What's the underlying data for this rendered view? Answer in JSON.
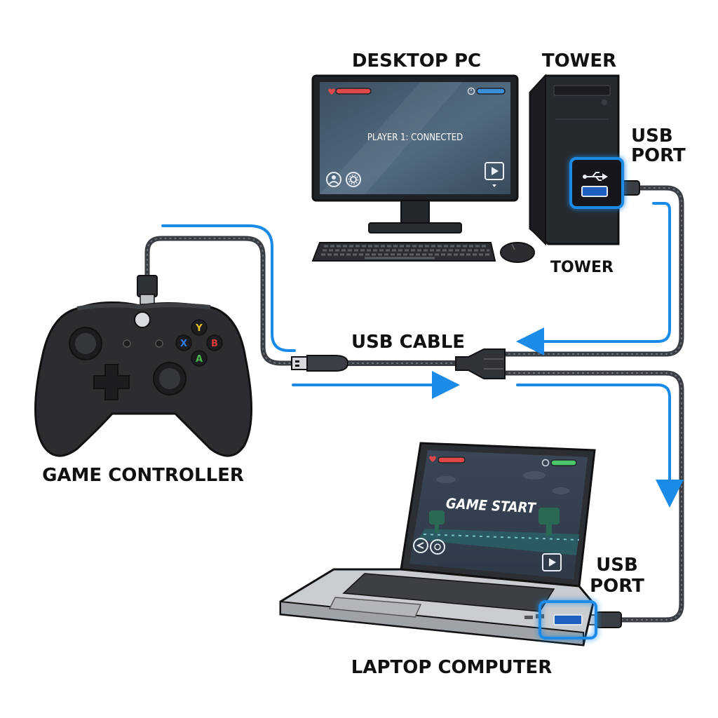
{
  "labels": {
    "desktop_pc": "DESKTOP PC",
    "tower_top": "TOWER",
    "tower_bottom": "TOWER",
    "usb_port_desktop_line1": "USB",
    "usb_port_desktop_line2": "PORT",
    "usb_cable": "USB CABLE",
    "game_controller": "GAME CONTROLLER",
    "usb_port_laptop_line1": "USB",
    "usb_port_laptop_line2": "PORT",
    "laptop_computer": "LAPTOP COMPUTER"
  },
  "monitor_screen": {
    "status_text": "PLAYER 1: CONNECTED",
    "health_color": "#e04848",
    "energy_color": "#3a8fd8"
  },
  "laptop_screen": {
    "title_text": "GAME START",
    "health_color": "#e04848",
    "energy_color": "#4cc86a"
  },
  "controller_buttons": {
    "y": "Y",
    "x": "X",
    "b": "B",
    "a": "A"
  },
  "colors": {
    "accent_blue": "#1a8be8",
    "cable_dark": "#3a3e44",
    "device_dark": "#2b2d31",
    "screen_bg": "#4a5d70",
    "button_y": "#e8c22a",
    "button_x": "#2f7fe0",
    "button_b": "#d93a3a",
    "button_a": "#4cb84a"
  },
  "icons": [
    "usb-trident-icon",
    "heart-icon",
    "play-icon",
    "user-icon",
    "gear-icon",
    "clock-icon",
    "arrow-icon"
  ]
}
